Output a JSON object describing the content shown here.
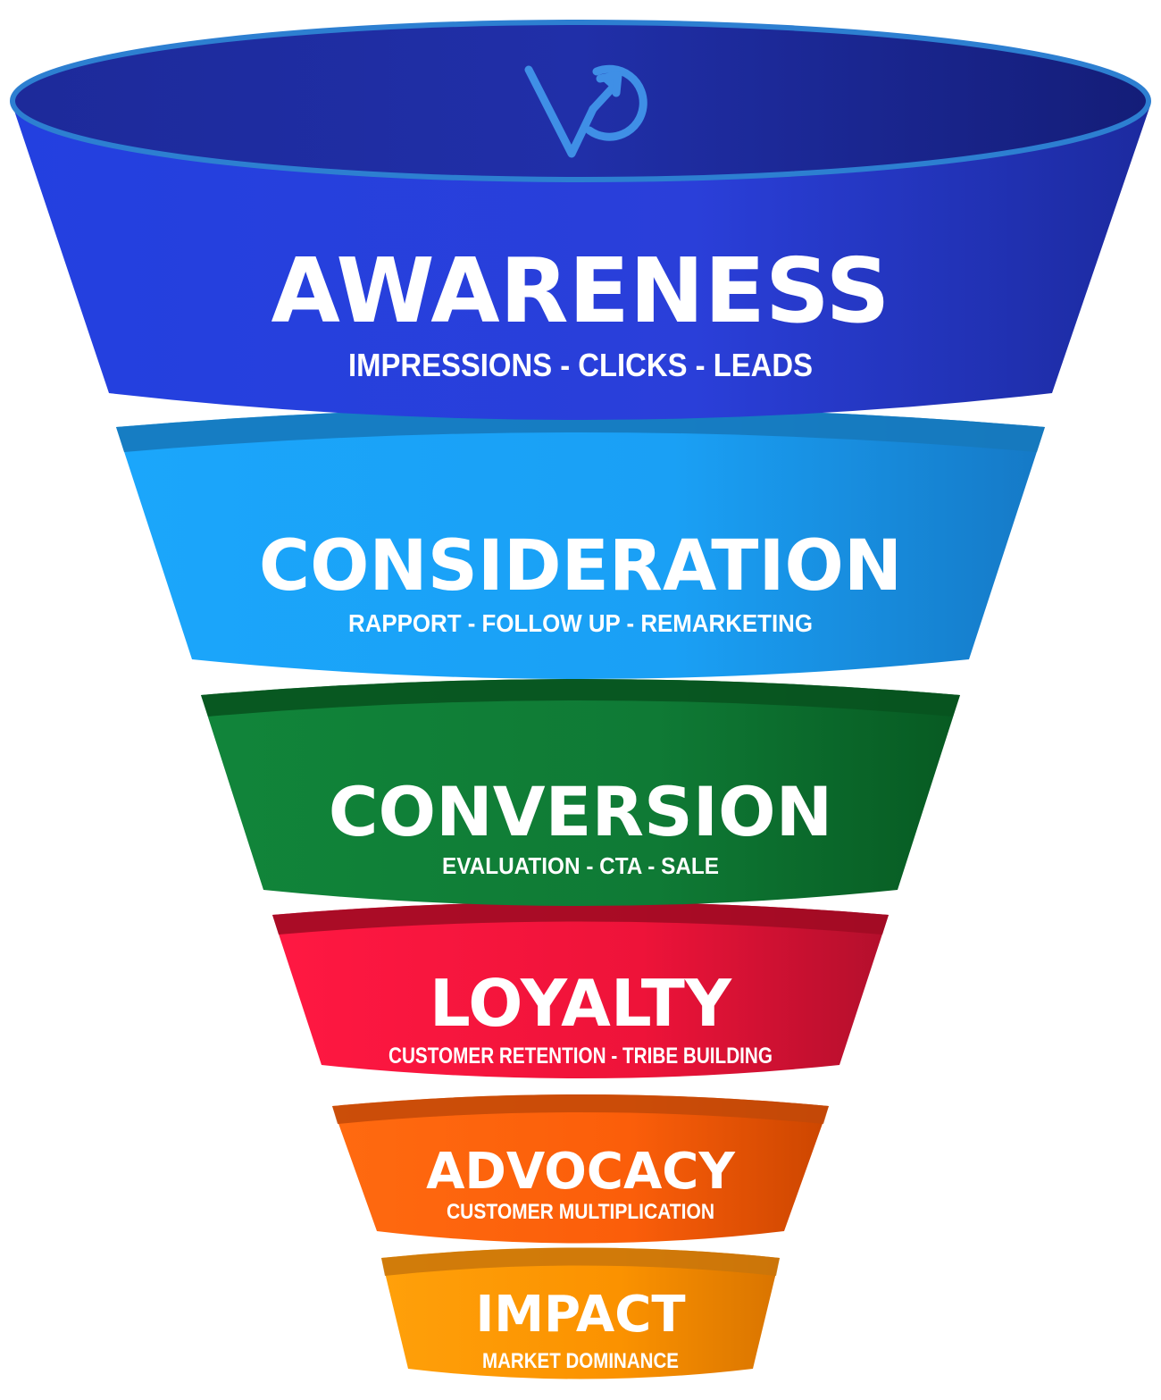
{
  "stages": [
    {
      "title": "AWARENESS",
      "subtitle": "IMPRESSIONS - CLICKS - LEADS",
      "color": "#2a3fd9",
      "dark": "#1a239a",
      "band": "#2b2fa8"
    },
    {
      "title": "CONSIDERATION",
      "subtitle": "RAPPORT - FOLLOW UP - REMARKETING",
      "color": "#1aa0f5",
      "dark": "#1478c8",
      "band": "#177cc0"
    },
    {
      "title": "CONVERSION",
      "subtitle": "EVALUATION - CTA - SALE",
      "color": "#0f7a35",
      "dark": "#075a22",
      "band": "#0a5c25"
    },
    {
      "title": "LOYALTY",
      "subtitle": "CUSTOMER RETENTION - TRIBE BUILDING",
      "color": "#ee1339",
      "dark": "#a80d2a",
      "band": "#a40c25"
    },
    {
      "title": "ADVOCACY",
      "subtitle": "CUSTOMER MULTIPLICATION",
      "color": "#fb5e0a",
      "dark": "#c94300",
      "band": "#c44b08"
    },
    {
      "title": "IMPACT",
      "subtitle": "MARKET DOMINANCE",
      "color": "#fb9200",
      "dark": "#d67200",
      "band": "#d67c08"
    }
  ],
  "rim": {
    "fill": "#1e2a9e",
    "stroke": "#2d7fd1"
  },
  "logo": {
    "icon": "vo-arrow-logo",
    "color": "#3f8fe6"
  }
}
